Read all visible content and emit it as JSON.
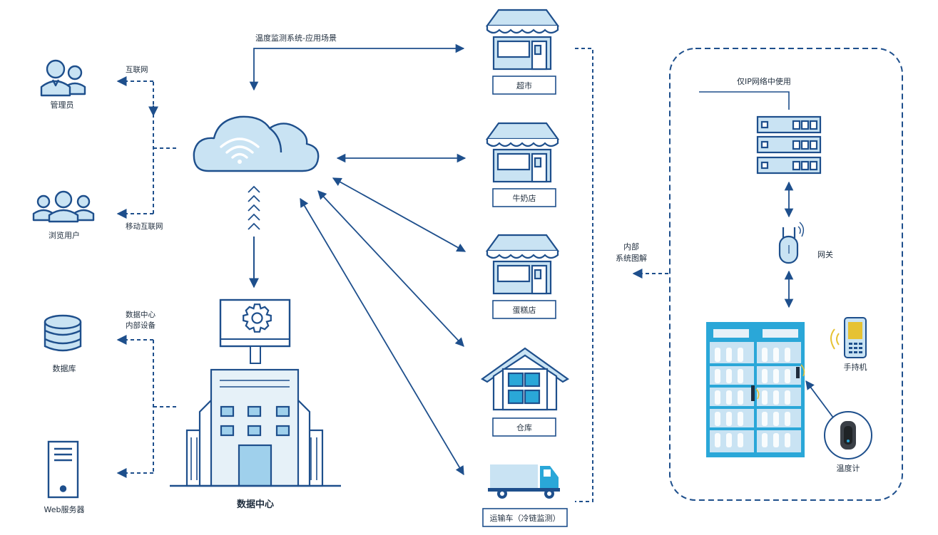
{
  "colors": {
    "line": "#1e4f8c",
    "fill_light": "#c9e3f3",
    "fill_mid": "#9fd0ec",
    "accent_cyan": "#2aa7d8",
    "fill_pale": "#e6f1f8",
    "yellow": "#e6c233",
    "text": "#1f2d3d"
  },
  "left": {
    "admin": "管理员",
    "browse_user": "浏览用户",
    "internet": "互联网",
    "mobile_internet": "移动互联网",
    "dc_device_line1": "数据中心",
    "dc_device_line2": "内部设备",
    "database": "数据库",
    "web_server": "Web服务器"
  },
  "center": {
    "scene_title": "温度监测系统-应用场景",
    "data_center": "数据中心"
  },
  "scenes": {
    "supermarket": "超市",
    "milk_shop": "牛奶店",
    "cake_shop": "蛋糕店",
    "warehouse": "仓库",
    "truck": "运输车（冷链监测）"
  },
  "internal": {
    "label_line1": "内部",
    "label_line2": "系统图解",
    "ip_only": "仅IP网络中使用",
    "gateway": "网关",
    "handheld": "手持机",
    "thermometer": "温度计"
  },
  "icons": [
    "person-group-icon",
    "cloud-wifi-icon",
    "monitor-gear-icon",
    "building-icon",
    "database-icon",
    "server-tower-icon",
    "store-icon",
    "warehouse-icon",
    "truck-icon",
    "rack-server-icon",
    "gateway-icon",
    "fridge-icon",
    "handheld-icon",
    "thermometer-icon"
  ]
}
